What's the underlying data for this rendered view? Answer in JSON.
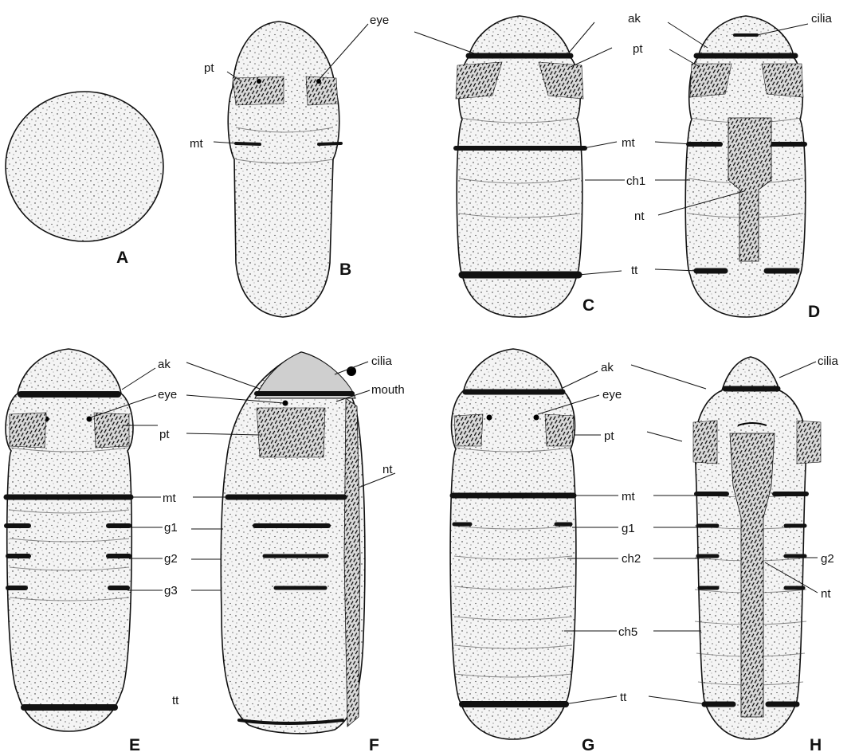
{
  "panels": [
    {
      "id": "A",
      "label": "A"
    },
    {
      "id": "B",
      "label": "B"
    },
    {
      "id": "C",
      "label": "C"
    },
    {
      "id": "D",
      "label": "D"
    },
    {
      "id": "E",
      "label": "E"
    },
    {
      "id": "F",
      "label": "F"
    },
    {
      "id": "G",
      "label": "G"
    },
    {
      "id": "H",
      "label": "H"
    }
  ],
  "labels": {
    "B": {
      "pt": "pt",
      "eye": "eye",
      "mt": "mt"
    },
    "CD": {
      "ak": "ak",
      "cilia": "cilia",
      "pt": "pt",
      "mt": "mt",
      "ch1": "ch1",
      "nt": "nt",
      "tt": "tt"
    },
    "EF": {
      "ak": "ak",
      "cilia": "cilia",
      "eye": "eye",
      "mouth": "mouth",
      "pt": "pt",
      "nt": "nt",
      "mt": "mt",
      "g1": "g1",
      "g2": "g2",
      "g3": "g3",
      "tt": "tt"
    },
    "GH": {
      "ak": "ak",
      "cilia": "cilia",
      "eye": "eye",
      "pt": "pt",
      "mt": "mt",
      "g1": "g1",
      "ch2": "ch2",
      "g2": "g2",
      "nt": "nt",
      "ch5": "ch5",
      "tt": "tt"
    }
  }
}
